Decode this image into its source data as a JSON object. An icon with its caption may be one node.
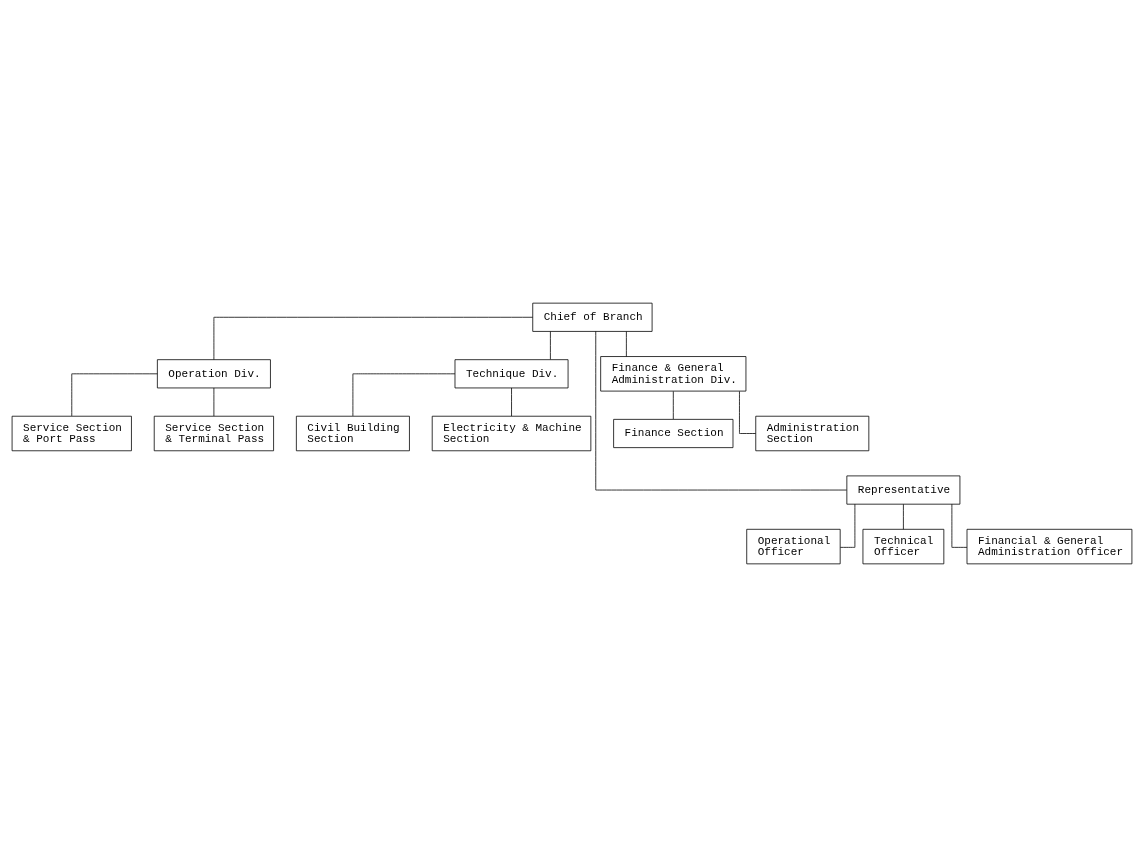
{
  "diagram": {
    "nodes": [
      {
        "text": [
          "Chief of Branch"
        ]
      },
      {
        "text": [
          "Operation Div."
        ]
      },
      {
        "text": [
          "Technique Div."
        ]
      },
      {
        "text": [
          "Finance & General Administration Div."
        ]
      },
      {
        "text": [
          "Service Section & Port Pass"
        ]
      },
      {
        "text": [
          "Service Section & Terminal Pass"
        ]
      },
      {
        "text": [
          "Civil Building Section"
        ]
      },
      {
        "text": [
          "Electricity & Machine Section"
        ]
      },
      {
        "text": [
          "Finance Section"
        ]
      },
      {
        "text": [
          "Administration Section"
        ]
      },
      {
        "text": [
          "Representative"
        ]
      },
      {
        "text": [
          "Operational Officer"
        ]
      },
      {
        "text": [
          "Technical Officer"
        ]
      },
      {
        "text": [
          "Financial & General Administration Officer"
        ]
      }
    ],
    "edges": [
      {
        "from": 0,
        "to": 1,
        "arrow": "none"
      },
      {
        "from": 0,
        "to": 2,
        "arrow": "none"
      },
      {
        "from": 0,
        "to": 3,
        "arrow": "none"
      },
      {
        "from": 0,
        "to": 10,
        "arrow": "none"
      },
      {
        "from": 1,
        "to": 4,
        "arrow": "none"
      },
      {
        "from": 1,
        "to": 5,
        "arrow": "none"
      },
      {
        "from": 2,
        "to": 6,
        "arrow": "none"
      },
      {
        "from": 2,
        "to": 7,
        "arrow": "none"
      },
      {
        "from": 3,
        "to": 8,
        "arrow": "none"
      },
      {
        "from": 3,
        "to": 9,
        "arrow": "none"
      },
      {
        "from": 10,
        "to": 11,
        "arrow": "none"
      },
      {
        "from": 10,
        "to": 12,
        "arrow": "none"
      },
      {
        "from": 10,
        "to": 13,
        "arrow": "none"
      }
    ]
  }
}
